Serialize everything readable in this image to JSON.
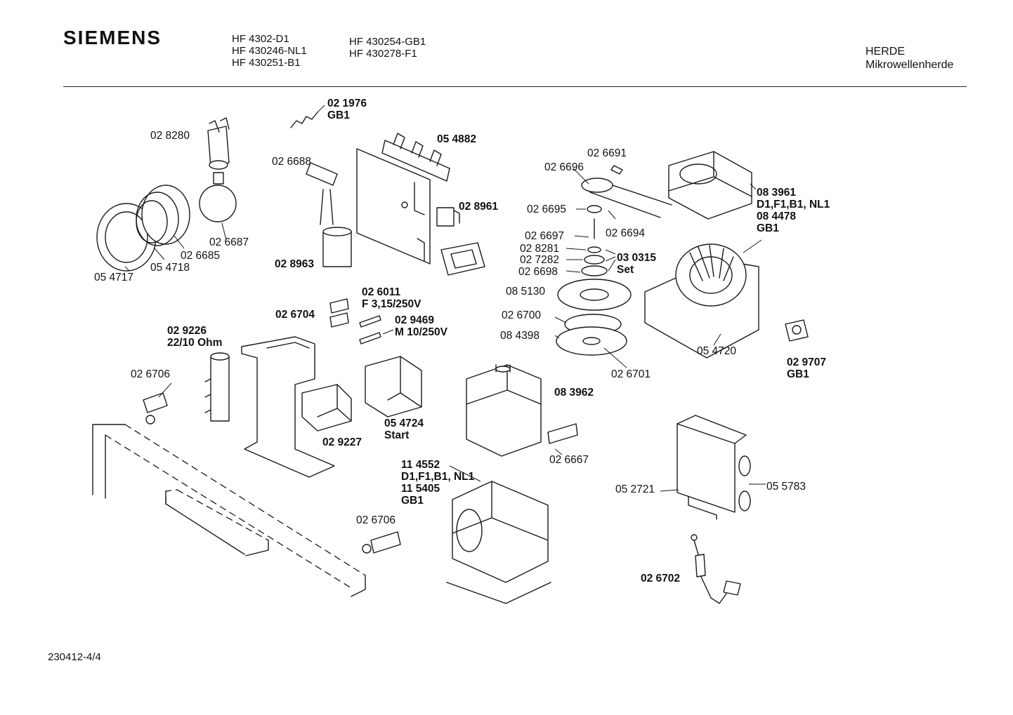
{
  "header": {
    "brand": "SIEMENS",
    "models_col1": [
      "HF 4302-D1",
      "HF 430246-NL1",
      "HF 430251-B1"
    ],
    "models_col2": [
      "HF 430254-GB1",
      "HF 430278-F1"
    ],
    "category": "HERDE",
    "subcategory": "Mikrowellenherde"
  },
  "footer": {
    "document_number": "230412-4/4"
  },
  "parts": [
    {
      "key": "p021976",
      "lines": [
        "02 1976",
        "GB1"
      ],
      "bold": true
    },
    {
      "key": "p028280",
      "lines": [
        "02 8280"
      ],
      "bold": false
    },
    {
      "key": "p026688",
      "lines": [
        "02 6688"
      ],
      "bold": false
    },
    {
      "key": "p054882",
      "lines": [
        "05 4882"
      ],
      "bold": true
    },
    {
      "key": "p026691",
      "lines": [
        "02 6691"
      ],
      "bold": false
    },
    {
      "key": "p026696",
      "lines": [
        "02 6696"
      ],
      "bold": false
    },
    {
      "key": "p083961",
      "lines": [
        "08 3961",
        "D1,F1,B1, NL1",
        "08 4478",
        "GB1"
      ],
      "bold": true
    },
    {
      "key": "p028961",
      "lines": [
        "02 8961"
      ],
      "bold": true
    },
    {
      "key": "p026695",
      "lines": [
        "02 6695"
      ],
      "bold": false
    },
    {
      "key": "p026697",
      "lines": [
        "02 6697"
      ],
      "bold": false
    },
    {
      "key": "p026694",
      "lines": [
        "02 6694"
      ],
      "bold": false
    },
    {
      "key": "p026687",
      "lines": [
        "02 6687"
      ],
      "bold": false
    },
    {
      "key": "p026685",
      "lines": [
        "02 6685"
      ],
      "bold": false
    },
    {
      "key": "p054718",
      "lines": [
        "05 4718"
      ],
      "bold": false
    },
    {
      "key": "p054717",
      "lines": [
        "05 4717"
      ],
      "bold": false
    },
    {
      "key": "p028963",
      "lines": [
        "02 8963"
      ],
      "bold": true
    },
    {
      "key": "p028281",
      "lines": [
        "02 8281"
      ],
      "bold": false
    },
    {
      "key": "p027282",
      "lines": [
        "02 7282"
      ],
      "bold": false
    },
    {
      "key": "p026698",
      "lines": [
        "02 6698"
      ],
      "bold": false
    },
    {
      "key": "p030315",
      "lines": [
        "03 0315",
        "Set"
      ],
      "bold": true
    },
    {
      "key": "p085130",
      "lines": [
        "08 5130"
      ],
      "bold": false
    },
    {
      "key": "p026011",
      "lines": [
        "02 6011",
        "F 3,15/250V"
      ],
      "bold": true
    },
    {
      "key": "p026704",
      "lines": [
        "02 6704"
      ],
      "bold": true
    },
    {
      "key": "p029469",
      "lines": [
        "02 9469",
        "M 10/250V"
      ],
      "bold": true
    },
    {
      "key": "p026700",
      "lines": [
        "02 6700"
      ],
      "bold": false
    },
    {
      "key": "p084398",
      "lines": [
        "08 4398"
      ],
      "bold": false
    },
    {
      "key": "p054720",
      "lines": [
        "05 4720"
      ],
      "bold": false
    },
    {
      "key": "p029707",
      "lines": [
        "02 9707",
        "GB1"
      ],
      "bold": true
    },
    {
      "key": "p029226",
      "lines": [
        "02 9226",
        "22/10 Ohm"
      ],
      "bold": true
    },
    {
      "key": "p026706a",
      "lines": [
        "02 6706"
      ],
      "bold": false
    },
    {
      "key": "p026701",
      "lines": [
        "02 6701"
      ],
      "bold": false
    },
    {
      "key": "p083962",
      "lines": [
        "08 3962"
      ],
      "bold": true
    },
    {
      "key": "p054724",
      "lines": [
        "05 4724",
        "Start"
      ],
      "bold": true
    },
    {
      "key": "p029227",
      "lines": [
        "02 9227"
      ],
      "bold": true
    },
    {
      "key": "p026667",
      "lines": [
        "02 6667"
      ],
      "bold": false
    },
    {
      "key": "p114552",
      "lines": [
        "11 4552",
        "D1,F1,B1, NL1",
        "11 5405",
        "GB1"
      ],
      "bold": true
    },
    {
      "key": "p052721",
      "lines": [
        "05 2721"
      ],
      "bold": false
    },
    {
      "key": "p055783",
      "lines": [
        "05 5783"
      ],
      "bold": false
    },
    {
      "key": "p026706b",
      "lines": [
        "02 6706"
      ],
      "bold": false
    },
    {
      "key": "p026702",
      "lines": [
        "02 6702"
      ],
      "bold": true
    }
  ]
}
